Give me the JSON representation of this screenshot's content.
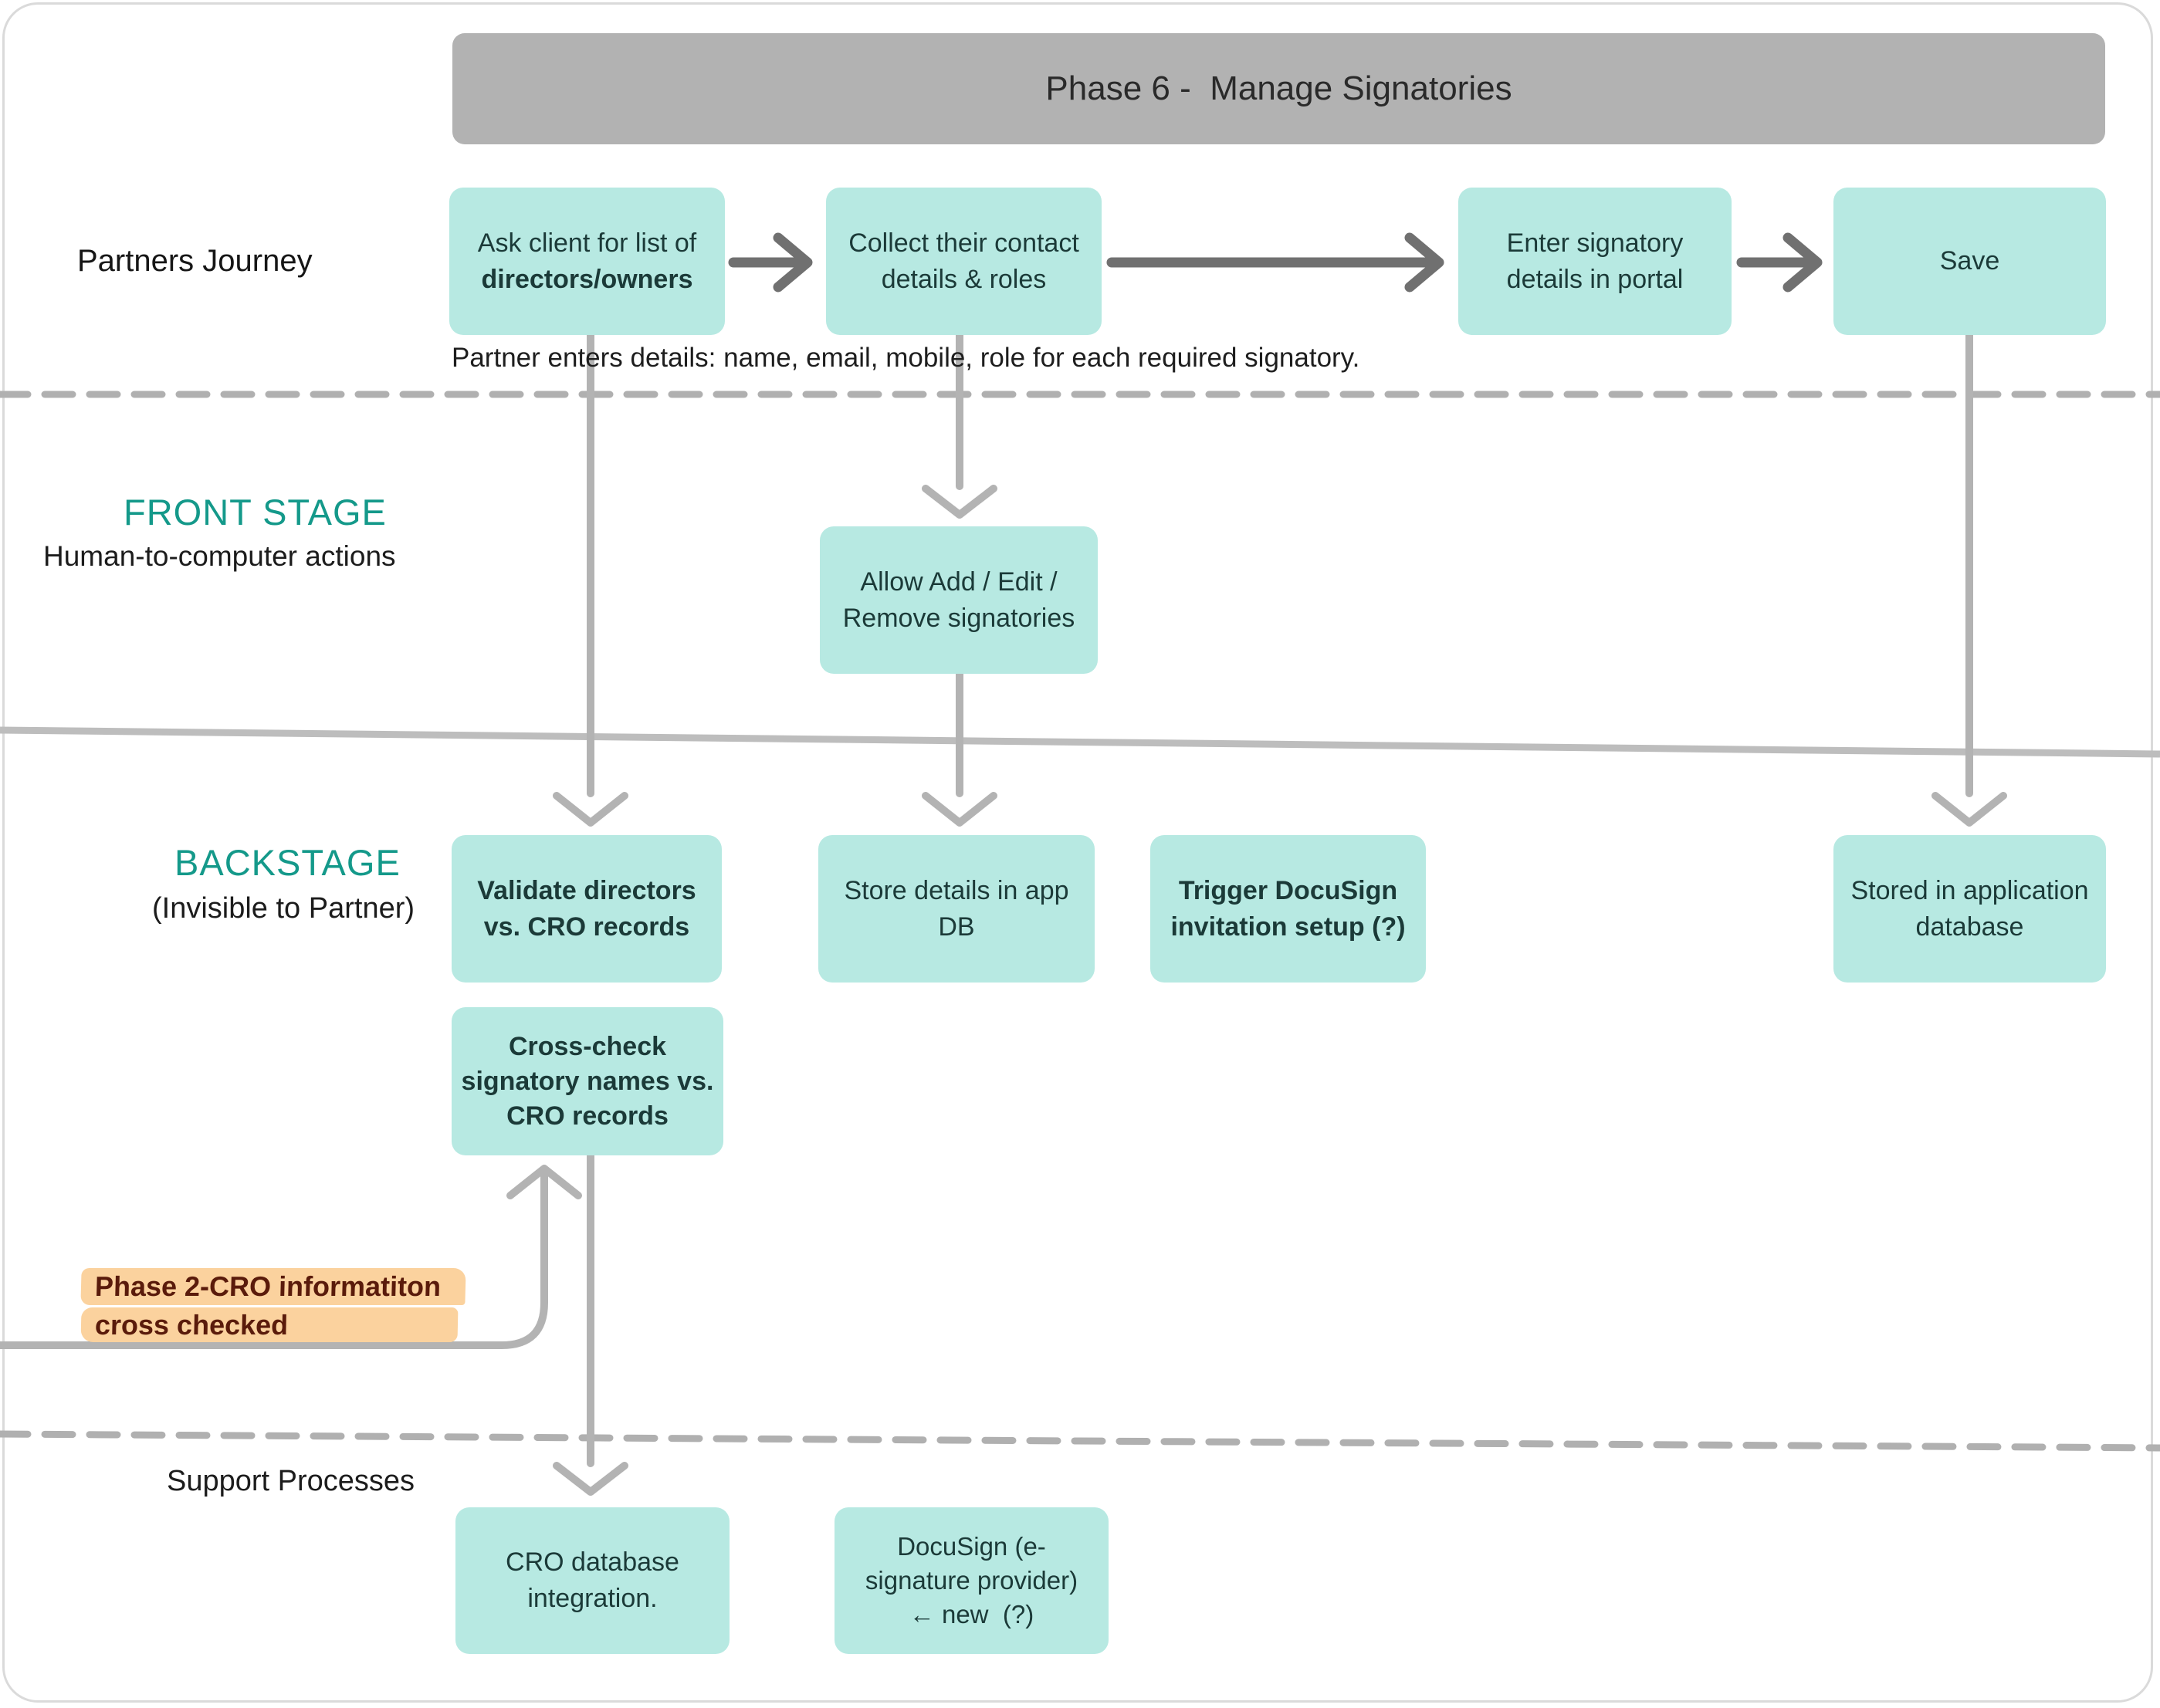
{
  "header": {
    "title": "Phase 6 -  Manage Signatories"
  },
  "journey": {
    "label": "Partners Journey",
    "caption": "Partner enters details: name, email, mobile, role for each required signatory.",
    "ask": {
      "line1": "Ask client for list of",
      "line2": "directors/owners"
    },
    "collect": {
      "line1": "Collect their contact",
      "line2": "details & roles"
    },
    "enter": {
      "line1": "Enter signatory",
      "line2": "details in portal"
    },
    "save": {
      "line1": "Save"
    }
  },
  "front_stage": {
    "title": "FRONT STAGE",
    "subtitle": "Human-to-computer actions",
    "allow": {
      "line1": "Allow Add / Edit /",
      "line2": "Remove signatories"
    }
  },
  "backstage": {
    "title": "BACKSTAGE",
    "subtitle": "(Invisible to Partner)",
    "validate": {
      "line1": "Validate directors",
      "line2": "vs. CRO records"
    },
    "store": {
      "line1": "Store details in app",
      "line2": "DB"
    },
    "trigger": {
      "line1": "Trigger DocuSign",
      "line2": "invitation setup (?)"
    },
    "stored": {
      "line1": "Stored in application",
      "line2": "database"
    },
    "crosscheck": {
      "line1": "Cross-check",
      "line2": "signatory names vs.",
      "line3": "CRO records"
    }
  },
  "support": {
    "label": "Support Processes",
    "cro": {
      "line1": "CRO database",
      "line2": "integration."
    },
    "docusign": {
      "line1": "DocuSign (e-",
      "line2": "signature provider)",
      "line3": "← new  (?)"
    }
  },
  "note": {
    "line1": "Phase 2-CRO informatiton",
    "line2": "cross checked"
  },
  "colors": {
    "node_fill": "#b7e9e2",
    "node_text": "#1b3a38",
    "header_fill": "#b2b2b2",
    "stage_heading": "#14998a",
    "note_highlight": "#fbd29e",
    "note_text": "#5a1b0b",
    "connector_light": "#b3b3b3",
    "connector_dark": "#707070"
  }
}
